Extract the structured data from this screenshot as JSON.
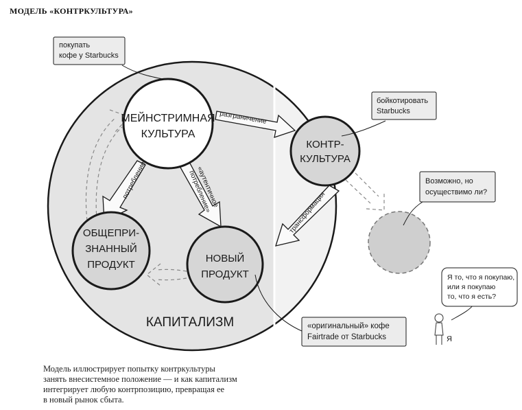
{
  "title": "МОДЕЛЬ «КОНТРКУЛЬТУРА»",
  "nodes": {
    "mainstream": [
      "МЕЙНСТРИМНАЯ",
      "КУЛЬТУРА"
    ],
    "counterculture": [
      "КОНТР-",
      "КУЛЬТУРА"
    ],
    "recognized": [
      "ОБЩЕПРИ-",
      "ЗНАННЫЙ",
      "ПРОДУКТ"
    ],
    "new_product": [
      "НОВЫЙ",
      "ПРОДУКТ"
    ],
    "capitalism": "КАПИТАЛИЗМ"
  },
  "arrows": {
    "distinction": "разграничение",
    "consumption": "потребление",
    "authentic": [
      "«аутентичное",
      "потребление»"
    ],
    "transformation": "трансформация"
  },
  "callouts": {
    "buy_starbucks": [
      "покупать",
      "кофе у Starbucks"
    ],
    "boycott": [
      "бойкотировать",
      "Starbucks"
    ],
    "possible": [
      "Возможно, но",
      "осуществимо ли?"
    ],
    "fairtrade": [
      "«оригинальный» кофе",
      "Fairtrade от Starbucks"
    ],
    "self_question": [
      "Я то, что я покупаю,",
      "или я покупаю",
      "то, что я есть?"
    ]
  },
  "person_label": "Я",
  "caption": [
    "Модель иллюстрирует попытку контркультуры",
    "занять внесистемное положение — и как капитализм",
    "интегрирует любую контрпозицию, превращая ее",
    "в новый рынок сбыта."
  ]
}
